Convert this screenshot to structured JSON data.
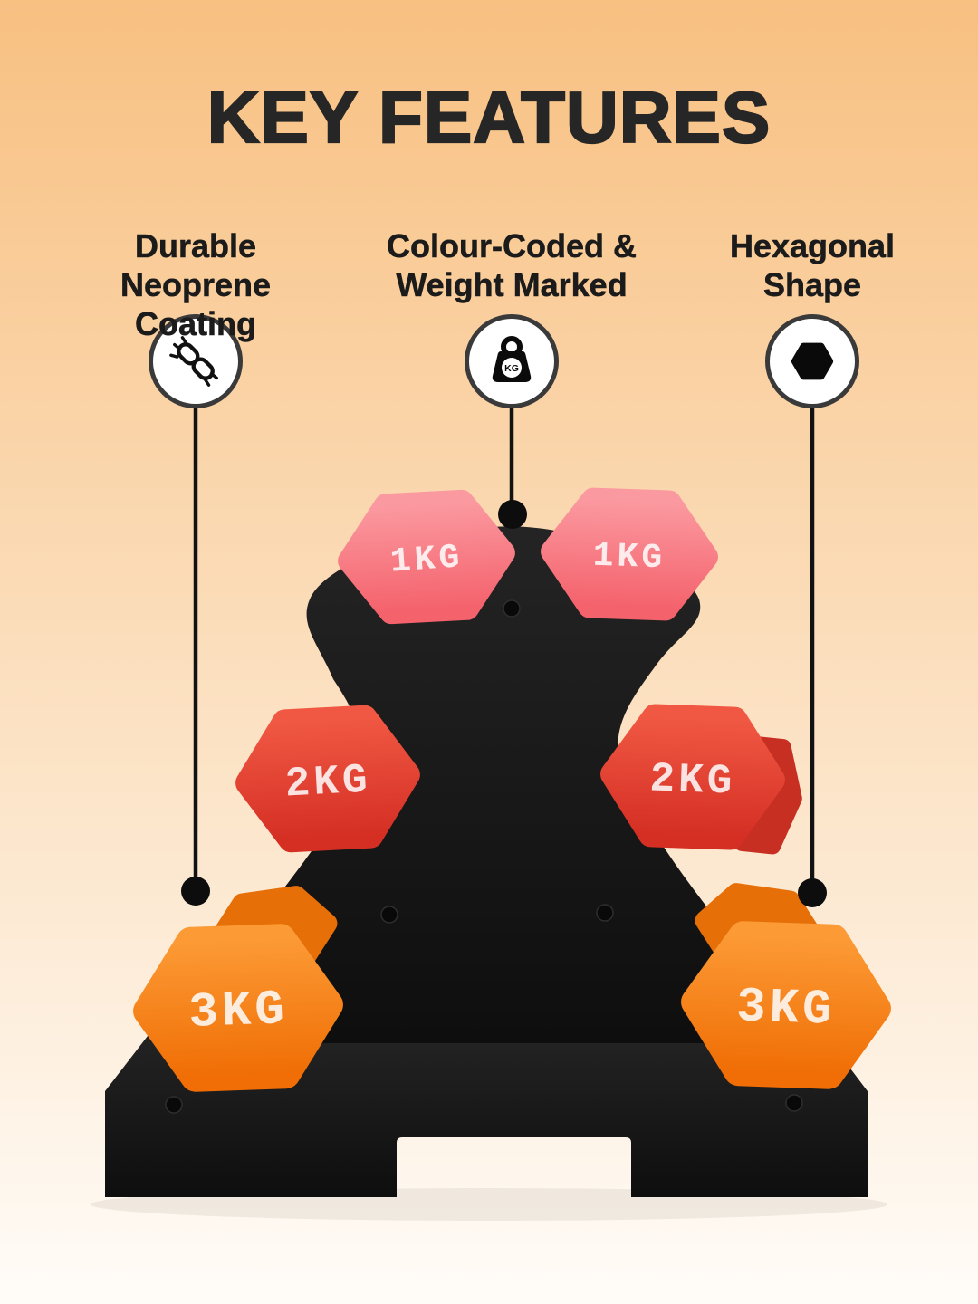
{
  "title": "KEY FEATURES",
  "features": [
    {
      "id": "durable-neoprene-coating",
      "label_lines": [
        "Durable",
        "Neoprene",
        "Coating"
      ],
      "icon": "chain-link-icon"
    },
    {
      "id": "colour-coded-weight-marked",
      "label_lines": [
        "Colour-Coded &",
        "Weight Marked"
      ],
      "icon": "weight-kg-icon",
      "icon_text": "KG"
    },
    {
      "id": "hexagonal-shape",
      "label_lines": [
        "Hexagonal",
        "Shape"
      ],
      "icon": "hexagon-icon"
    }
  ],
  "product": {
    "dumbbell_pairs": [
      {
        "weight_label": "1KG",
        "color_name": "pink",
        "color": "#F87E87"
      },
      {
        "weight_label": "2KG",
        "color_name": "red",
        "color": "#E84A38"
      },
      {
        "weight_label": "3KG",
        "color_name": "orange",
        "color": "#FA8414"
      }
    ]
  },
  "colors": {
    "bg_top": "#F8C081",
    "bg_mid": "#FBDDBA",
    "bg_bottom": "#FFFCF8",
    "title": "#262626",
    "text": "#1B1B1B",
    "rack": "#161616",
    "pink": "#F87E87",
    "red": "#E84A38",
    "orange": "#FA8414",
    "line": "#121212"
  }
}
